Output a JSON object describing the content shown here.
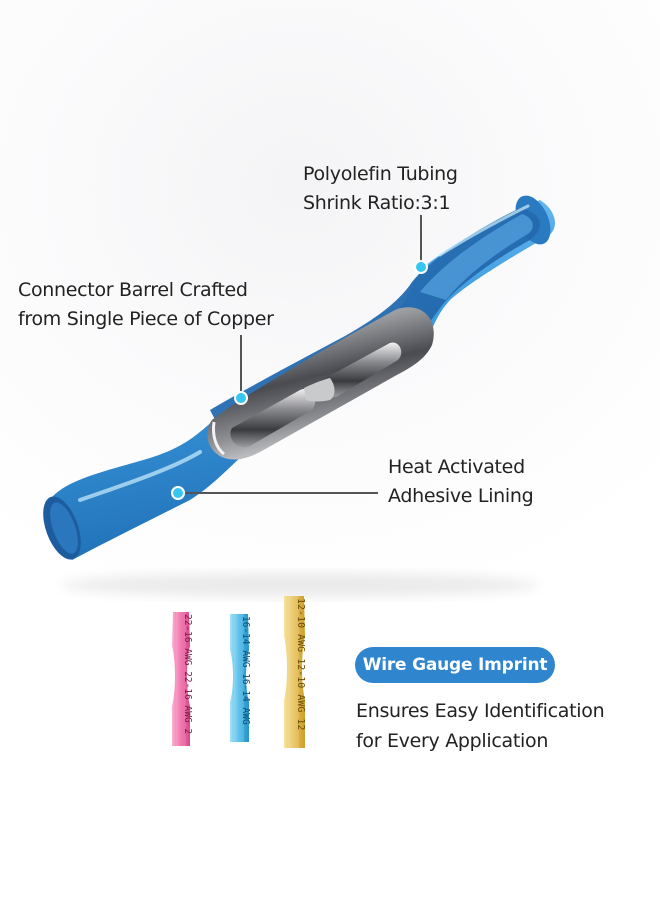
{
  "callouts": {
    "tubing": {
      "line1": "Polyolefin Tubing",
      "line2": "Shrink Ratio:3:1"
    },
    "barrel": {
      "line1": "Connector Barrel Crafted",
      "line2": "from Single Piece of Copper"
    },
    "adhesive": {
      "line1": "Heat Activated",
      "line2": "Adhesive Lining"
    }
  },
  "imprint": {
    "badge_label": "Wire Gauge Imprint",
    "line1": "Ensures Easy Identification",
    "line2": "for Every Application"
  },
  "connectors": [
    {
      "color": "pink",
      "imprint": "22-16 AWG 22-16 AWG 2"
    },
    {
      "color": "blue",
      "imprint": "16-14 AWG 16-14 AWG"
    },
    {
      "color": "yellow",
      "imprint": "12-10 AWG 12-10 AWG 12"
    }
  ],
  "colors": {
    "tube_blue": "#3d9fe0",
    "badge_blue": "#2f86ce",
    "pink": "#f06aa8",
    "light_blue": "#45b8e8",
    "yellow": "#e8c052",
    "dot": "#36c6f0"
  }
}
